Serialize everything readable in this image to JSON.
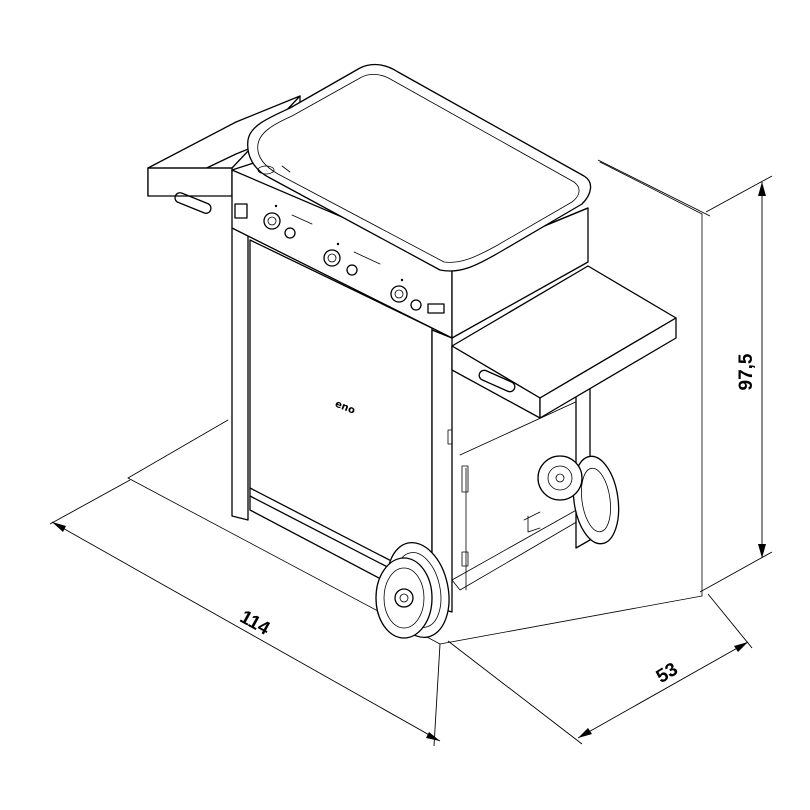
{
  "dimensions": {
    "width": "114",
    "depth": "53",
    "height": "97,5"
  },
  "brand": {
    "logo_text": "eno"
  }
}
